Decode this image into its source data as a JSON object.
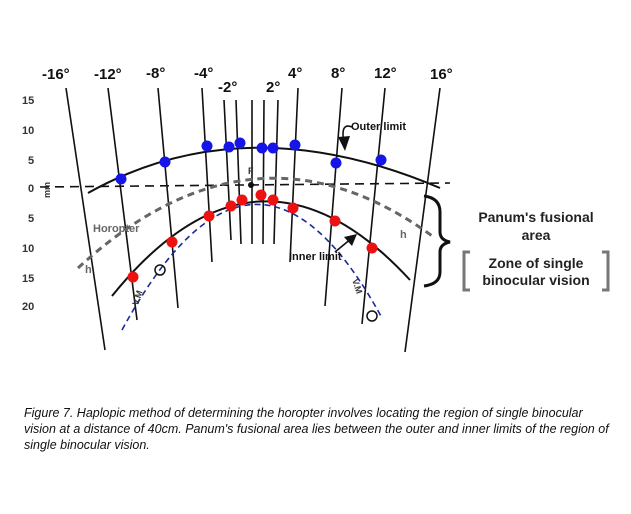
{
  "figure": {
    "angle_labels": [
      "-16°",
      "-12°",
      "-8°",
      "-4°",
      "-2°",
      "2°",
      "4°",
      "8°",
      "12°",
      "16°"
    ],
    "y_ticks": [
      "15",
      "10",
      "5",
      "0",
      "5",
      "10",
      "15",
      "20"
    ],
    "unit": "mm",
    "labels": {
      "outer_limit": "Outer limit",
      "inner_limit": "Inner limit",
      "horopter": "Horopter",
      "h_left": "h",
      "h_right": "h",
      "fixation": "F",
      "vm_left": "V.M",
      "vm_right": "V.M"
    },
    "panum": {
      "title_line1": "Panum's fusional",
      "title_line2": "area",
      "zone_line1": "Zone of single",
      "zone_line2": "binocular vision"
    },
    "colors": {
      "outer_points": "#1515e8",
      "inner_points": "#ee1111",
      "horopter": "#666666",
      "vm": "#1a2a9a"
    }
  },
  "caption": "Figure 7. Haplopic method of determining the horopter involves locating the region of single binocular vision at a distance of 40cm. Panum's fusional area lies between the outer and inner limits of the region of single binocular vision."
}
